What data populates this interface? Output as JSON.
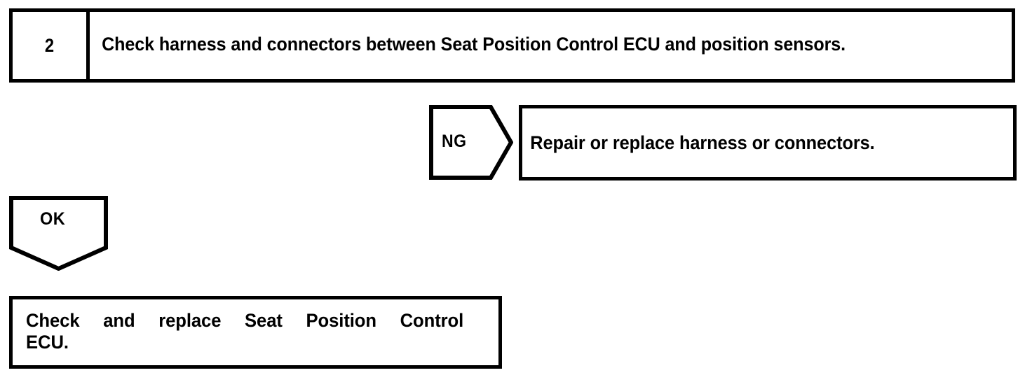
{
  "diagram": {
    "type": "troubleshooting-flowchart",
    "line_color": "#000000",
    "background_color": "#ffffff",
    "step": {
      "number": "2",
      "instruction": "Check harness and connectors between Seat Position Control ECU and position sensors."
    },
    "branches": {
      "ng": {
        "label": "NG",
        "result": "Repair or replace harness or connectors."
      },
      "ok": {
        "label": "OK",
        "result_line_1": "Check and replace Seat Position Control",
        "result_line_2": "ECU.",
        "result": "Check and replace Seat Position Control ECU."
      }
    }
  }
}
